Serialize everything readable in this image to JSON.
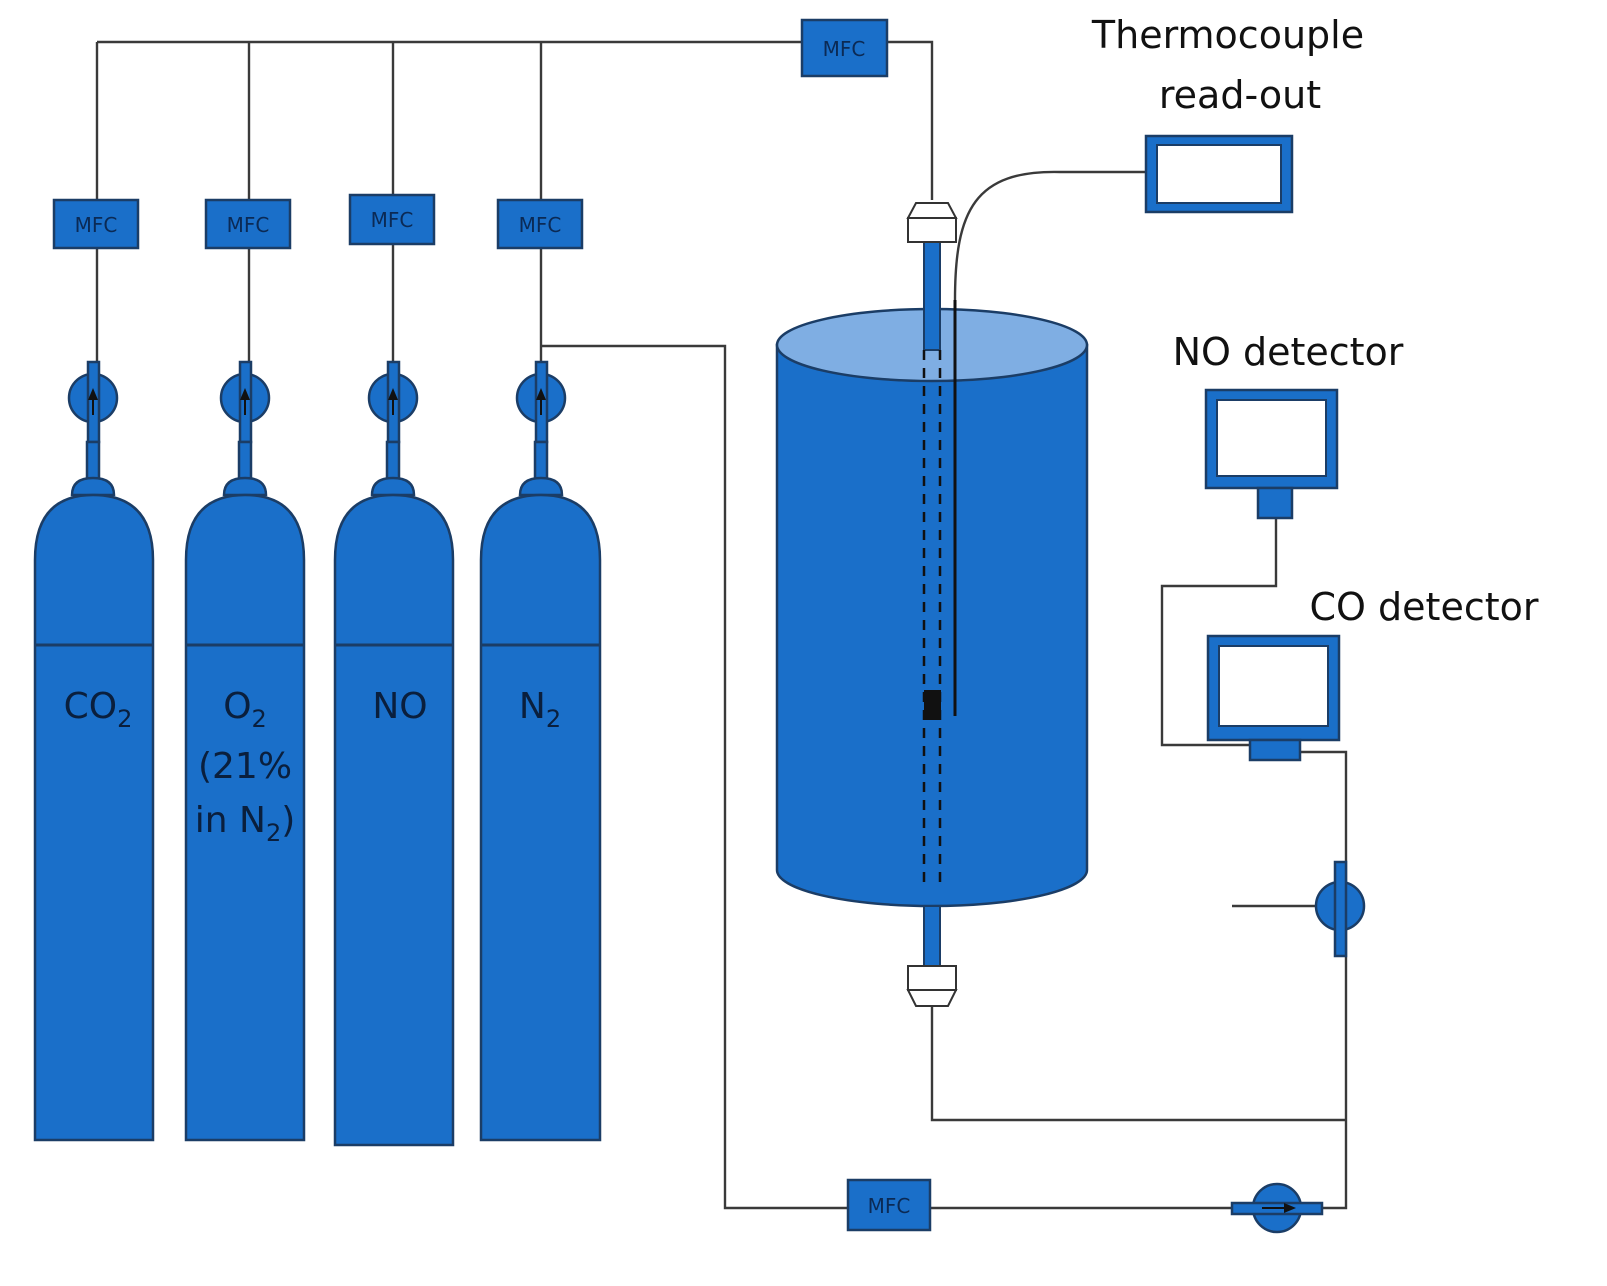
{
  "colors": {
    "blue": "#1a6fc9",
    "dark_blue_outline": "#1b3d66",
    "light_blue_top": "#7faee3",
    "line": "#3a3a3a"
  },
  "labels": {
    "mfc": "MFC",
    "thermocouple_line1": "Thermocouple",
    "thermocouple_line2": "read-out",
    "no_detector": "NO detector",
    "co_detector": "CO detector"
  },
  "cylinders": [
    {
      "gas": "CO",
      "sub": "2",
      "extra_line1": "",
      "extra_line2_prefix": "",
      "extra_line2_sub": "",
      "extra_line2_suffix": ""
    },
    {
      "gas": "O",
      "sub": "2",
      "extra_line1": "(21%",
      "extra_line2_prefix": "in N",
      "extra_line2_sub": "2",
      "extra_line2_suffix": ")"
    },
    {
      "gas": "NO",
      "sub": "",
      "extra_line1": "",
      "extra_line2_prefix": "",
      "extra_line2_sub": "",
      "extra_line2_suffix": ""
    },
    {
      "gas": "N",
      "sub": "2",
      "extra_line1": "",
      "extra_line2_prefix": "",
      "extra_line2_sub": "",
      "extra_line2_suffix": ""
    }
  ],
  "icons": {
    "valve": "valve-icon",
    "monitor": "monitor-icon"
  }
}
